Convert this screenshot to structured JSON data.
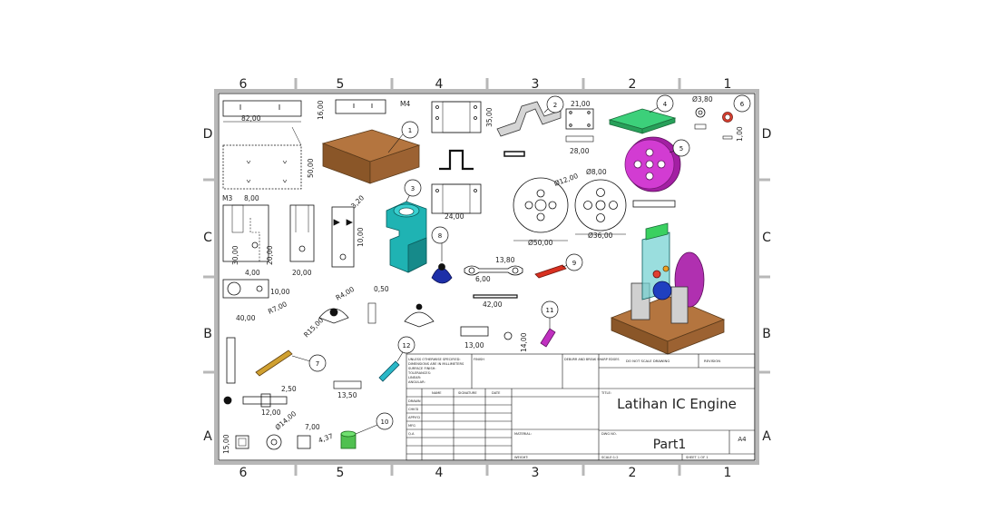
{
  "border": {
    "columns": [
      "6",
      "5",
      "4",
      "3",
      "2",
      "1"
    ],
    "rows": [
      "D",
      "C",
      "B",
      "A"
    ]
  },
  "title_block": {
    "title": "Latihan IC Engine",
    "dwg_no": "Part1",
    "size": "A4",
    "tol_note": [
      "UNLESS OTHERWISE SPECIFIED:",
      "DIMENSIONS ARE IN MILLIMETERS",
      "SURFACE FINISH:",
      "TOLERANCES:",
      "LINEAR:",
      "ANGULAR:"
    ],
    "name_label": "NAME",
    "finish_label": "FINISH",
    "deburr_label": "DEBURR AND BREAK SHARP EDGES",
    "do_not_scale": "DO NOT SCALE DRAWING",
    "revision_label": "REVISION",
    "col_headers": [
      "NAME",
      "SIGNATURE",
      "DATE"
    ],
    "row_labels": [
      "DRAWN",
      "CHK'D",
      "APPV'D",
      "MFG",
      "Q.A"
    ],
    "material_label": "MATERIAL:",
    "weight_label": "WEIGHT:",
    "title_label": "TITLE:",
    "dwgno_label": "DWG NO.",
    "scale_label": "SCALE:1:2",
    "sheet_label": "SHEET 1 OF 1"
  },
  "balloons": [
    "1",
    "2",
    "3",
    "4",
    "5",
    "6",
    "7",
    "8",
    "9",
    "10",
    "11",
    "12"
  ],
  "dimensions": {
    "d1": "82,00",
    "d2": "16,00",
    "d3": "50,00",
    "d4": "M4",
    "d5": "35,00",
    "d6": "21,00",
    "d7": "28,00",
    "d8": "Ø3,80",
    "d9": "1,00",
    "d10": "M3",
    "d11": "8,00",
    "d12": "30,00",
    "d13": "24,00",
    "d14": "Ø12,00",
    "d15": "Ø8,00",
    "d16": "Ø50,00",
    "d17": "Ø36,00",
    "d18": "40,00",
    "d19": "R7,00",
    "d20": "R15,00",
    "d21": "R4,00",
    "d22": "42,00",
    "d23": "13,80",
    "d24": "13,00",
    "d25": "14,00",
    "d26": "2,50",
    "d27": "12,00",
    "d28": "13,50",
    "d29": "Ø14,00",
    "d30": "7,00",
    "d31": "15,00",
    "d32": "4,37",
    "d33": "0,50",
    "d34": "6,00",
    "d35": "3,20",
    "d36": "10,00",
    "d37": "4,00",
    "d38": "20,00"
  }
}
